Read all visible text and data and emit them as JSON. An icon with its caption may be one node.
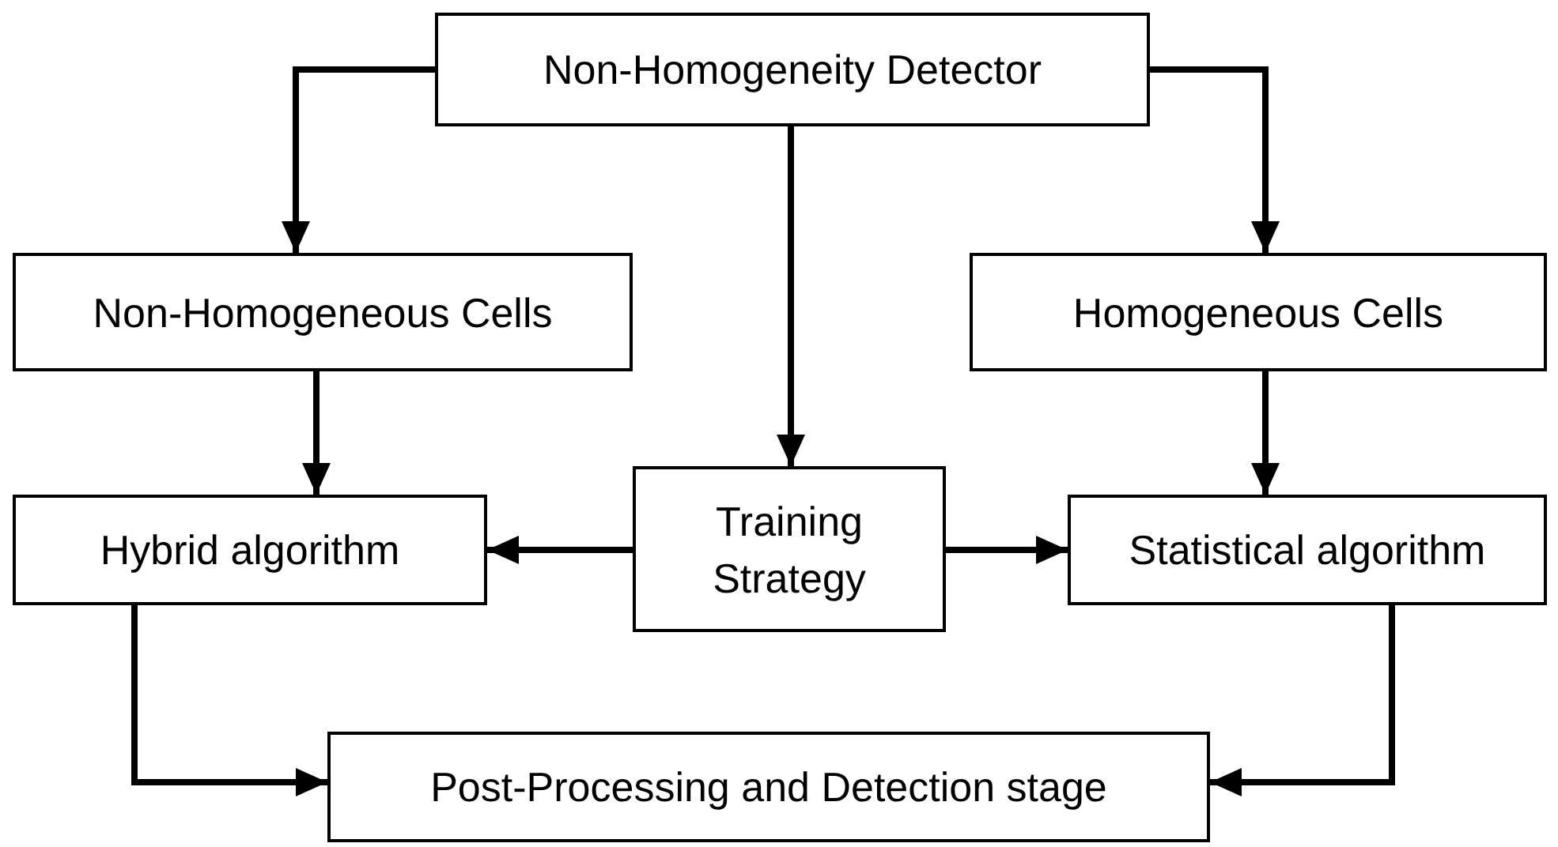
{
  "diagram": {
    "nodes": [
      {
        "text": [
          "Non-Homogeneity Detector"
        ]
      },
      {
        "text": [
          "Non-Homogeneous Cells"
        ]
      },
      {
        "text": [
          "Homogeneous Cells"
        ]
      },
      {
        "text": [
          "Training Strategy"
        ]
      },
      {
        "text": [
          "Hybrid algorithm"
        ]
      },
      {
        "text": [
          "Statistical algorithm"
        ]
      },
      {
        "text": [
          "Post-Processing and Detection stage"
        ]
      }
    ],
    "edges": [
      {
        "from": 0,
        "to": 1,
        "arrow": "to"
      },
      {
        "from": 0,
        "to": 2,
        "arrow": "to"
      },
      {
        "from": 0,
        "to": 3,
        "arrow": "to"
      },
      {
        "from": 1,
        "to": 4,
        "arrow": "to"
      },
      {
        "from": 2,
        "to": 5,
        "arrow": "to"
      },
      {
        "from": 3,
        "to": 4,
        "arrow": "to"
      },
      {
        "from": 3,
        "to": 5,
        "arrow": "to"
      },
      {
        "from": 4,
        "to": 6,
        "arrow": "to"
      },
      {
        "from": 5,
        "to": 6,
        "arrow": "to"
      }
    ]
  }
}
